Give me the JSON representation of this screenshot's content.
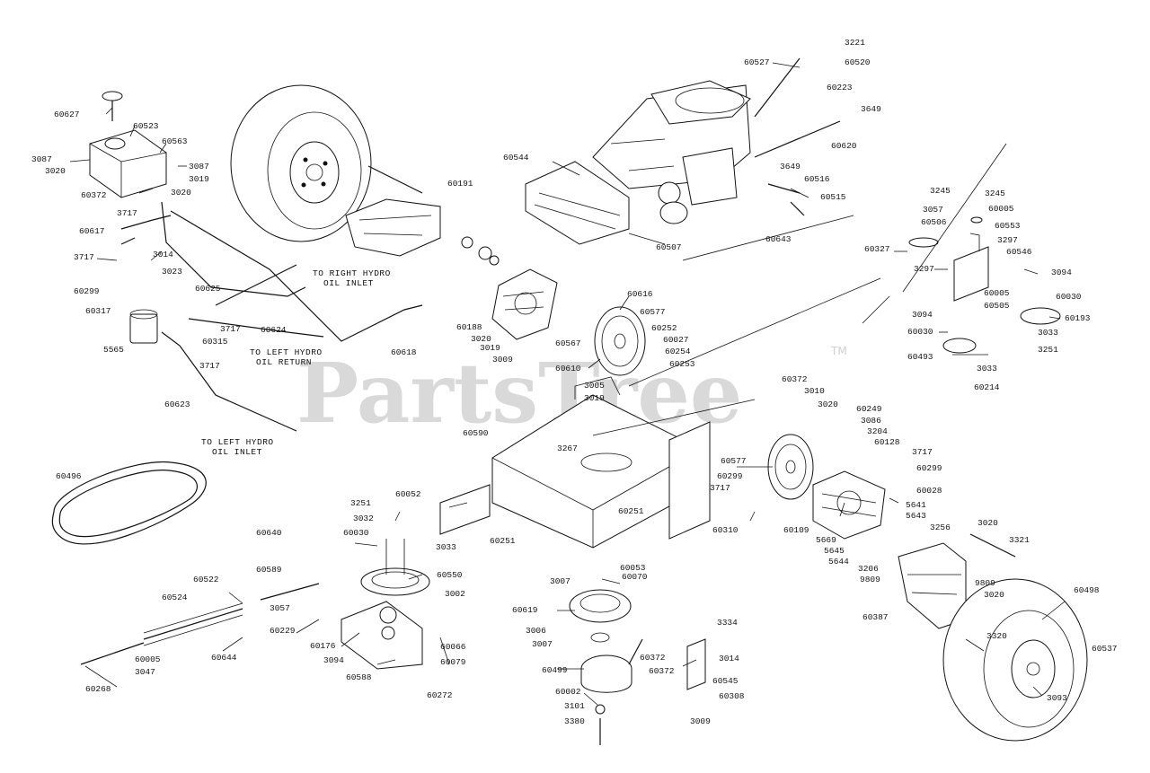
{
  "watermark": {
    "brand": "PartsTree",
    "trademark": "TM"
  },
  "annotations": {
    "right_hydro_inlet_1": "TO RIGHT HYDRO",
    "right_hydro_inlet_2": "OIL INLET",
    "left_hydro_return_1": "TO LEFT HYDRO",
    "left_hydro_return_2": "OIL RETURN",
    "left_hydro_inlet_1": "TO LEFT HYDRO",
    "left_hydro_inlet_2": "OIL INLET"
  },
  "callouts": [
    "60627",
    "60523",
    "60563",
    "3087",
    "3020",
    "3087",
    "3019",
    "3020",
    "60372",
    "3717",
    "60617",
    "3717",
    "3014",
    "3023",
    "60299",
    "60317",
    "5565",
    "60625",
    "60624",
    "3717",
    "60315",
    "3717",
    "60618",
    "60623",
    "60191",
    "60527",
    "3221",
    "60520",
    "60223",
    "3649",
    "60620",
    "3649",
    "60516",
    "60515",
    "60643",
    "60544",
    "60507",
    "60616",
    "60577",
    "60252",
    "60027",
    "60254",
    "60253",
    "60188",
    "3020",
    "3019",
    "3009",
    "60567",
    "60610",
    "3005",
    "3019",
    "3245",
    "3057",
    "60506",
    "60327",
    "3297",
    "3245",
    "60005",
    "60553",
    "3297",
    "60546",
    "3094",
    "60030",
    "60005",
    "60505",
    "3094",
    "60193",
    "60030",
    "3033",
    "3251",
    "60493",
    "3033",
    "60214",
    "60372",
    "3010",
    "3020",
    "60249",
    "3086",
    "3204",
    "60128",
    "3717",
    "60299",
    "60028",
    "60577",
    "60299",
    "3717",
    "60310",
    "60109",
    "5641",
    "5643",
    "3256",
    "5669",
    "5645",
    "5644",
    "3206",
    "9809",
    "3020",
    "3321",
    "9809",
    "3020",
    "60387",
    "3320",
    "60498",
    "60537",
    "3093",
    "60590",
    "3267",
    "60052",
    "60251",
    "60251",
    "60053",
    "60070",
    "3007",
    "60619",
    "3006",
    "3007",
    "60499",
    "3334",
    "60372",
    "3014",
    "60372",
    "60545",
    "60002",
    "60308",
    "3101",
    "3009",
    "3380",
    "60496",
    "3251",
    "3032",
    "60030",
    "3033",
    "60640",
    "60550",
    "60589",
    "60522",
    "60524",
    "3057",
    "60229",
    "60176",
    "3094",
    "60644",
    "60005",
    "3047",
    "60268",
    "3002",
    "60066",
    "60079",
    "60588",
    "60272"
  ]
}
